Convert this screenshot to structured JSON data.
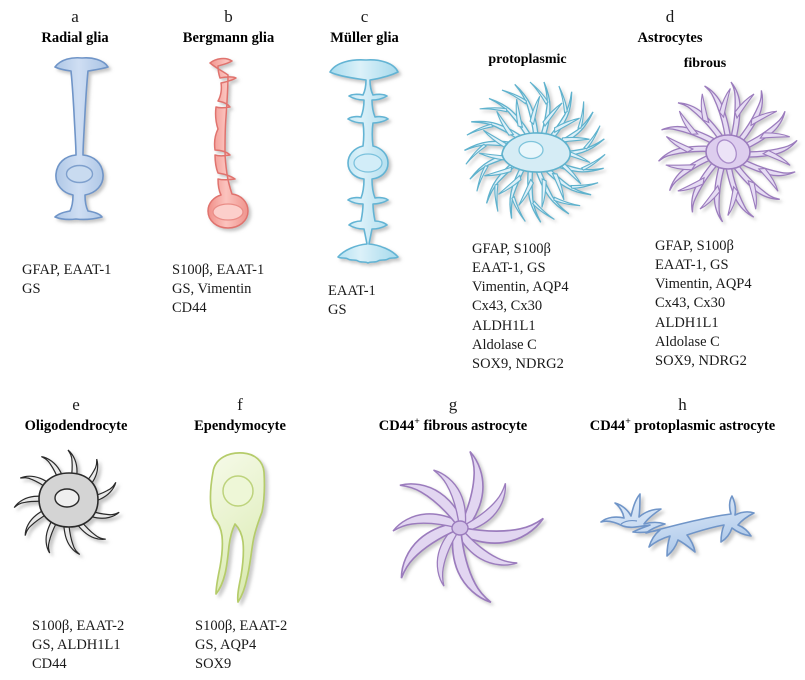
{
  "figure": {
    "background": "#ffffff",
    "group_header": {
      "letter": "d",
      "title": "Astrocytes"
    }
  },
  "panels": [
    {
      "id": "radial-glia",
      "letter": "a",
      "title": "Radial glia",
      "subtitle": "",
      "cell_color_fill": "#c5d8ef",
      "cell_color_stroke": "#6f95c8",
      "markers": [
        "GFAP, EAAT-1",
        "GS"
      ]
    },
    {
      "id": "bergmann-glia",
      "letter": "b",
      "title": "Bergmann glia",
      "subtitle": "",
      "cell_color_fill": "#f7b3ad",
      "cell_color_stroke": "#e0736e",
      "markers": [
        "S100β, EAAT-1",
        "GS, Vimentin",
        "CD44"
      ]
    },
    {
      "id": "muller-glia",
      "letter": "c",
      "title": "Müller glia",
      "subtitle": "",
      "cell_color_fill": "#cfe9f5",
      "cell_color_stroke": "#63b4d4",
      "markers": [
        "EAAT-1",
        "GS"
      ]
    },
    {
      "id": "protoplasmic-astrocyte",
      "letter": "",
      "title": "",
      "subtitle": "protoplasmic",
      "cell_color_fill": "#d5ecf5",
      "cell_color_stroke": "#5fb2cd",
      "markers": [
        "GFAP, S100β",
        "EAAT-1, GS",
        "Vimentin, AQP4",
        "Cx43, Cx30",
        "ALDH1L1",
        "Aldolase C",
        "SOX9,  NDRG2"
      ]
    },
    {
      "id": "fibrous-astrocyte",
      "letter": "",
      "title": "",
      "subtitle": "fibrous",
      "cell_color_fill": "#ddcdee",
      "cell_color_stroke": "#9b7bbd",
      "markers": [
        "GFAP, S100β",
        "EAAT-1, GS",
        "Vimentin, AQP4",
        "Cx43, Cx30",
        "ALDH1L1",
        "Aldolase C",
        "SOX9, NDRG2"
      ]
    },
    {
      "id": "oligodendrocyte",
      "letter": "e",
      "title": "Oligodendrocyte",
      "subtitle": "",
      "cell_color_fill": "#d4d4d4",
      "cell_color_stroke": "#2b2b2b",
      "markers": [
        "S100β, EAAT-2",
        "GS, ALDH1L1",
        "CD44"
      ]
    },
    {
      "id": "ependymocyte",
      "letter": "f",
      "title": "Ependymocyte",
      "subtitle": "",
      "cell_color_fill": "#eef5d5",
      "cell_color_stroke": "#b5cc6a",
      "markers": [
        "S100β, EAAT-2",
        "GS, AQP4",
        "SOX9"
      ]
    },
    {
      "id": "cd44-fibrous-astrocyte",
      "letter": "g",
      "title_prefix": "CD44",
      "title_sup": "+",
      "title_suffix": " fibrous astrocyte",
      "cell_color_fill": "#ddcdee",
      "cell_color_stroke": "#9b7bbd",
      "markers": []
    },
    {
      "id": "cd44-protoplasmic-astrocyte",
      "letter": "h",
      "title_prefix": "CD44",
      "title_sup": "+",
      "title_suffix": " protoplasmic astrocyte",
      "cell_color_fill": "#cadcf2",
      "cell_color_stroke": "#6f95c8",
      "markers": []
    }
  ]
}
